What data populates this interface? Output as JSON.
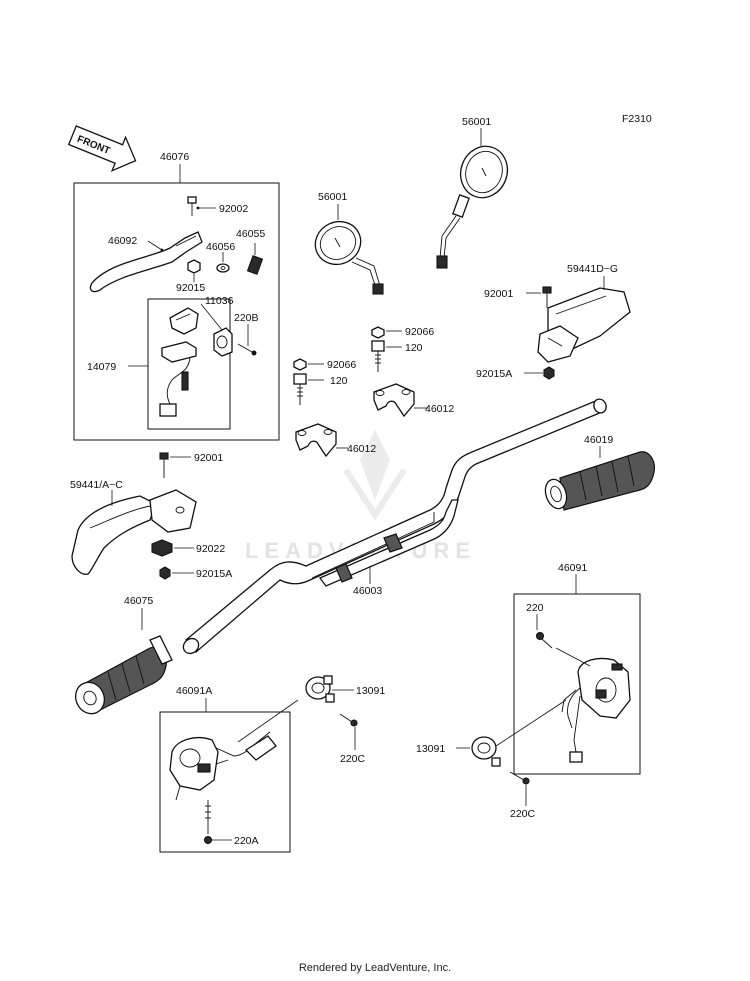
{
  "figure_code": "F2310",
  "front_label": "FRONT",
  "watermark": "LEADVENTURE",
  "footer": "Rendered by LeadVenture, Inc.",
  "labels": {
    "p46076": "46076",
    "p92002": "92002",
    "p46092": "46092",
    "p46056": "46056",
    "p46055": "46055",
    "p92015": "92015",
    "p11036": "11036",
    "p220B": "220B",
    "p14079": "14079",
    "p56001_left": "56001",
    "p56001_right": "56001",
    "p59441DG": "59441D~G",
    "p92001_right": "92001",
    "p92015A_right": "92015A",
    "p92066_a": "92066",
    "p120_a": "120",
    "p92066_b": "92066",
    "p120_b": "120",
    "p46012_a": "46012",
    "p46012_b": "46012",
    "p46019": "46019",
    "p92001_left": "92001",
    "p59441AC": "59441/A~C",
    "p92022": "92022",
    "p92015A_left": "92015A",
    "p46003": "46003",
    "p46075": "46075",
    "p46091": "46091",
    "p220": "220",
    "p46091A": "46091A",
    "p13091_a": "13091",
    "p220C_a": "220C",
    "p220A": "220A",
    "p13091_b": "13091",
    "p220C_b": "220C"
  }
}
